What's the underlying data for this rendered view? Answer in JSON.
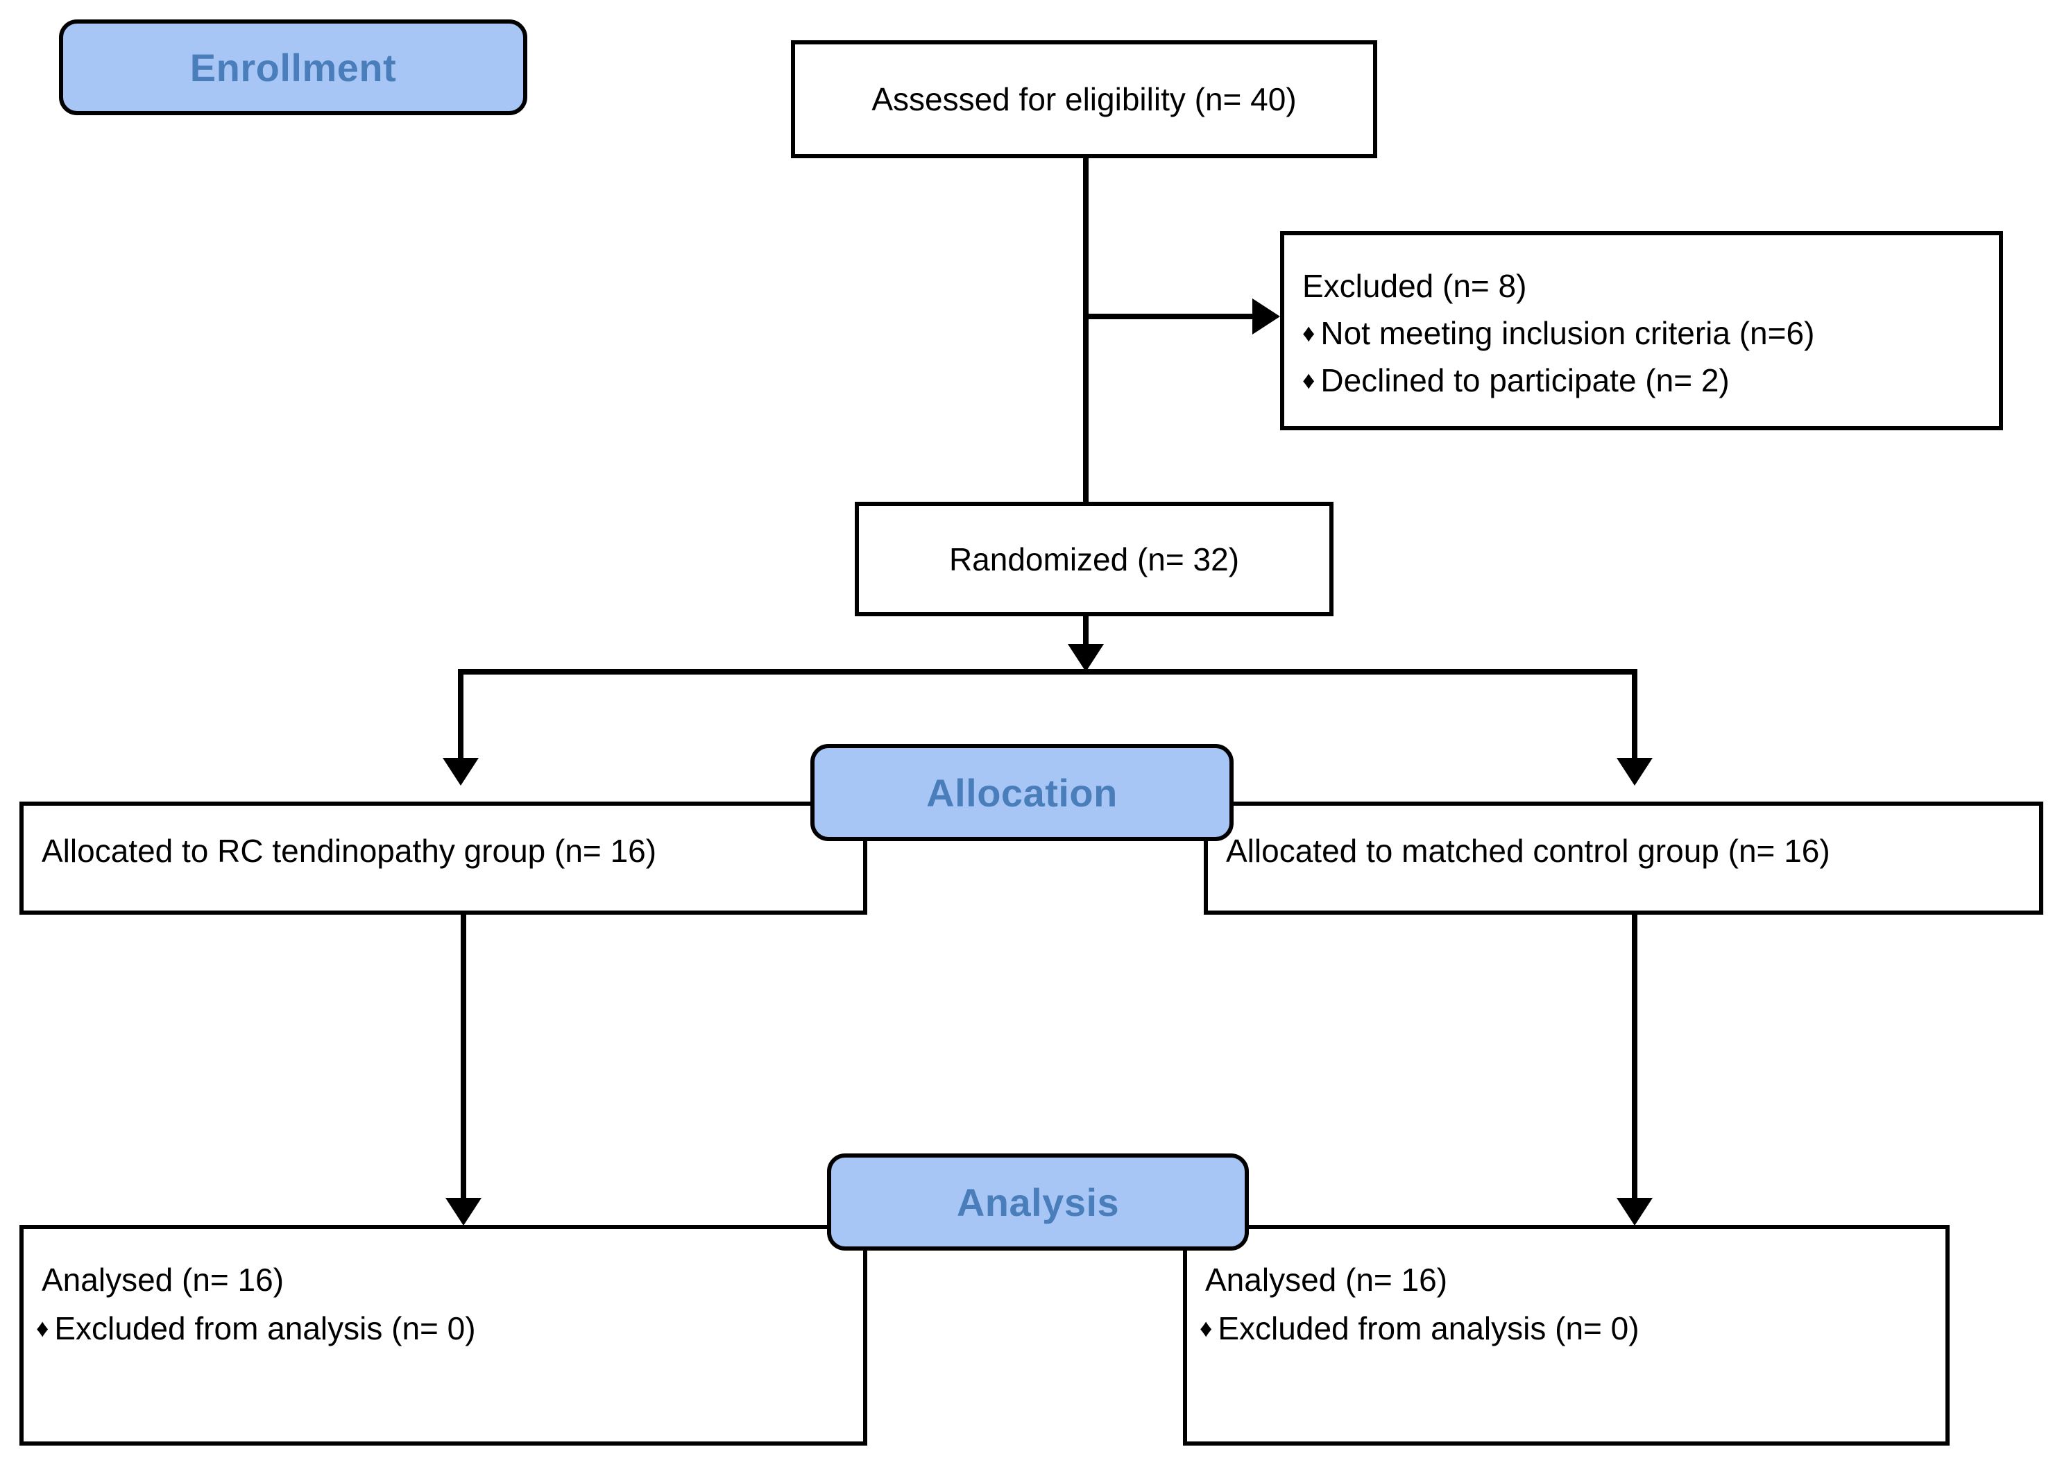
{
  "diagram": {
    "title": "CONSORT participant flow diagram",
    "type": "flowchart",
    "accent_blue_fill": "#A8C6F5",
    "accent_blue_text": "#4A7EBB",
    "line_color": "#000000",
    "box_fill": "#FFFFFF"
  },
  "stages": {
    "enrollment": "Enrollment",
    "allocation": "Allocation",
    "analysis": "Analysis"
  },
  "nodes": {
    "assessed": {
      "text": "Assessed for eligibility (n= 40)"
    },
    "excluded": {
      "heading": "Excluded  (n= 8)",
      "bullets": [
        "Not meeting inclusion criteria (n=6)",
        "Declined to participate (n= 2)"
      ]
    },
    "randomized": {
      "text": "Randomized (n= 32)"
    },
    "allocated_left": {
      "text": "Allocated to RC tendinopathy group (n= 16)"
    },
    "allocated_right": {
      "text": "Allocated to matched control group (n= 16)"
    },
    "analysed_left": {
      "heading": "Analysed  (n= 16)",
      "bullets": [
        "Excluded from analysis (n=  0)"
      ]
    },
    "analysed_right": {
      "heading": "Analysed  (n= 16)",
      "bullets": [
        "Excluded from analysis (n=  0)"
      ]
    }
  },
  "icons": {
    "bullet": "♦",
    "arrow_down": "arrow-down-icon",
    "arrow_right": "arrow-right-icon"
  }
}
